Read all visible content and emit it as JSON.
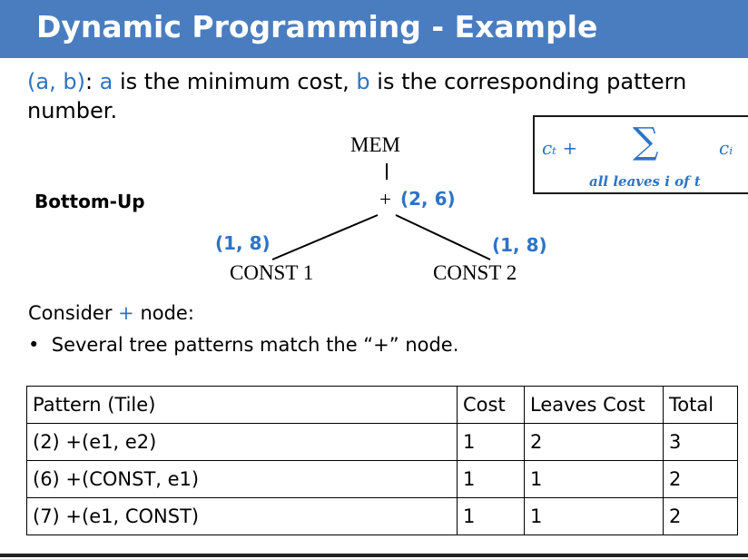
{
  "title": "Dynamic Programming - Example",
  "intro": {
    "pair": "(a, b)",
    "colon": ": ",
    "a": "a",
    "text_mid": " is the minimum cost, ",
    "b": "b",
    "text_end": " is the corresponding pattern number."
  },
  "bottom_up_label": "Bottom-Up",
  "formula": {
    "ct": "cₜ +",
    "sum": "∑",
    "subscript": "all leaves i of t",
    "ci": "cᵢ"
  },
  "tree": {
    "root": "MEM",
    "plus_node": "+",
    "plus_tuple": "(2, 6)",
    "left_leaf": "CONST 1",
    "left_tuple": "(1, 8)",
    "right_leaf": "CONST 2",
    "right_tuple": "(1, 8)"
  },
  "consider": {
    "prefix": "Consider ",
    "node": "+",
    "suffix": " node:"
  },
  "bullet": {
    "marker": "•",
    "text": "Several tree patterns match the “+” node."
  },
  "table": {
    "headers": [
      "Pattern (Tile)",
      "Cost",
      "Leaves Cost",
      "Total"
    ],
    "rows": [
      [
        "(2) +(e1, e2)",
        "1",
        "2",
        "3"
      ],
      [
        "(6) +(CONST, e1)",
        "1",
        "1",
        "2"
      ],
      [
        "(7) +(e1, CONST)",
        "1",
        "1",
        "2"
      ]
    ]
  },
  "colors": {
    "title_bar": "#4a7dc0",
    "accent_blue": "#2e74c4"
  }
}
